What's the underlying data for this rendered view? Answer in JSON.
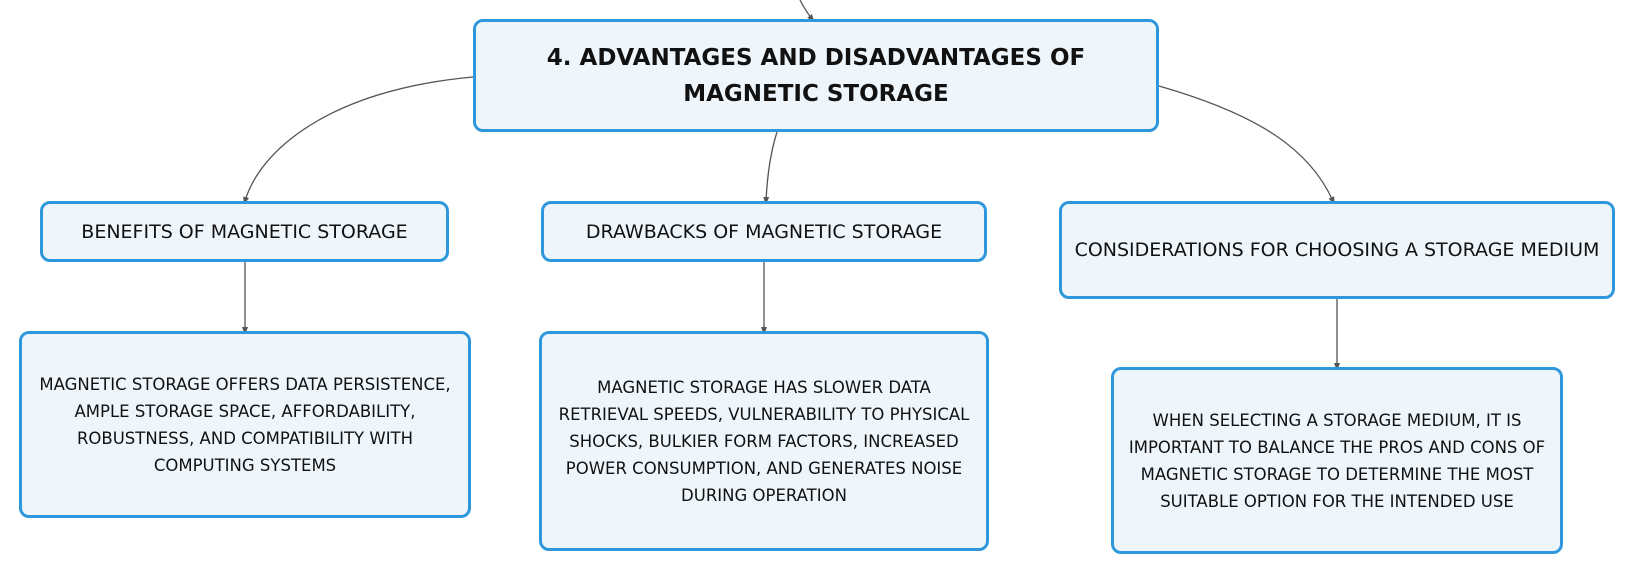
{
  "colors": {
    "node_fill": "#eef6fc",
    "node_border": "#2f97dc",
    "connector": "#555555"
  },
  "root": {
    "label": "4. ADVANTAGES AND DISADVANTAGES OF MAGNETIC STORAGE"
  },
  "branches": [
    {
      "label": "BENEFITS OF MAGNETIC STORAGE",
      "detail": "MAGNETIC STORAGE OFFERS DATA PERSISTENCE, AMPLE STORAGE SPACE, AFFORDABILITY, ROBUSTNESS, AND COMPATIBILITY WITH COMPUTING SYSTEMS"
    },
    {
      "label": "DRAWBACKS OF MAGNETIC STORAGE",
      "detail": "MAGNETIC STORAGE HAS SLOWER DATA RETRIEVAL SPEEDS, VULNERABILITY TO PHYSICAL SHOCKS, BULKIER FORM FACTORS, INCREASED POWER CONSUMPTION, AND GENERATES NOISE DURING OPERATION"
    },
    {
      "label": "CONSIDERATIONS FOR CHOOSING A STORAGE MEDIUM",
      "detail": "WHEN SELECTING A STORAGE MEDIUM, IT IS IMPORTANT TO BALANCE THE PROS AND CONS OF MAGNETIC STORAGE TO DETERMINE THE MOST SUITABLE OPTION FOR THE INTENDED USE"
    }
  ]
}
